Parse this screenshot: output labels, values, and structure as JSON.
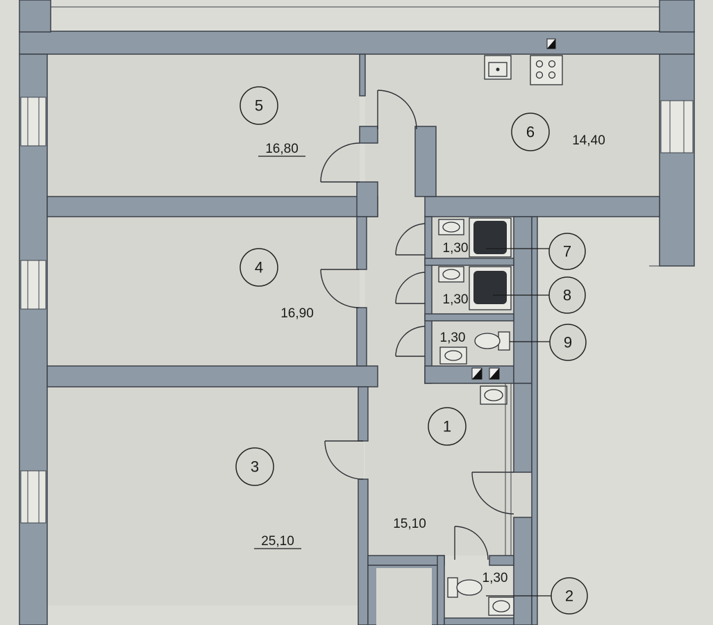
{
  "rooms": [
    {
      "id": "1",
      "area": "15,10"
    },
    {
      "id": "2",
      "area": "1,30"
    },
    {
      "id": "3",
      "area": "25,10"
    },
    {
      "id": "4",
      "area": "16,90"
    },
    {
      "id": "5",
      "area": "16,80"
    },
    {
      "id": "6",
      "area": "14,40"
    },
    {
      "id": "7",
      "area": "1,30"
    },
    {
      "id": "8",
      "area": "1,30"
    },
    {
      "id": "9",
      "area": "1,30"
    }
  ],
  "icons": {
    "sink": "sink-icon",
    "stove": "stove-icon",
    "shower": "shower-tray-icon",
    "toilet": "toilet-icon",
    "washbasin": "washbasin-icon",
    "vent": "ventilation-shaft-icon",
    "door": "door-swing-icon",
    "window": "window-icon"
  },
  "colors": {
    "wall": "#8e9aa6",
    "floor": "#d6d6d0",
    "line": "#2b2f33"
  }
}
